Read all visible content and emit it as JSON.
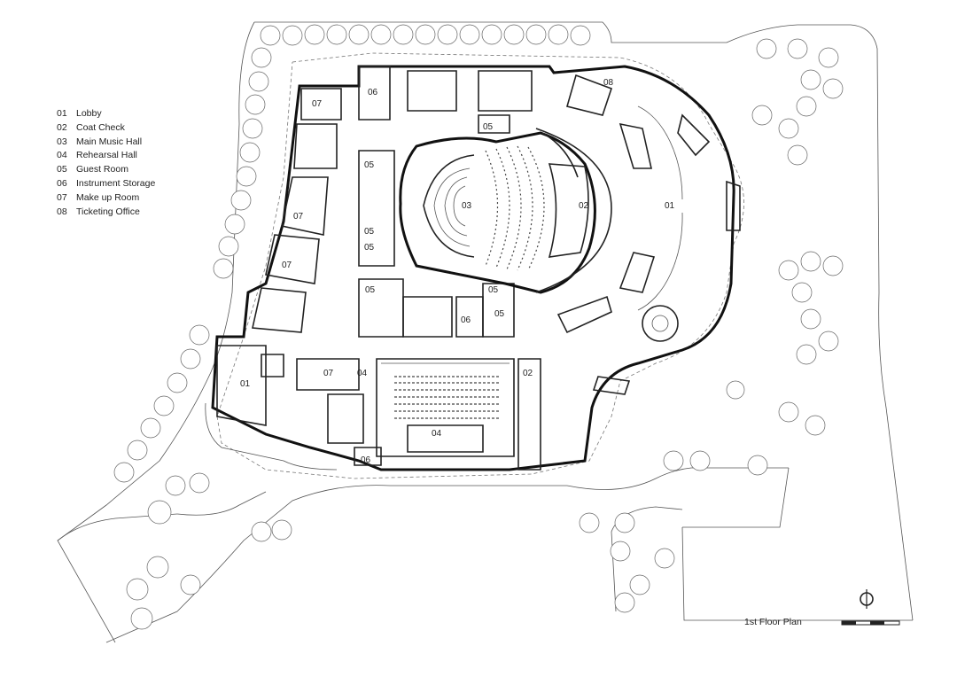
{
  "legend": [
    {
      "num": "01",
      "label": "Lobby"
    },
    {
      "num": "02",
      "label": "Coat Check"
    },
    {
      "num": "03",
      "label": "Main Music Hall"
    },
    {
      "num": "04",
      "label": "Rehearsal Hall"
    },
    {
      "num": "05",
      "label": "Guest Room"
    },
    {
      "num": "06",
      "label": "Instrument Storage"
    },
    {
      "num": "07",
      "label": "Make up Room"
    },
    {
      "num": "08",
      "label": "Ticketing Office"
    }
  ],
  "room_labels": {
    "r1": "06",
    "r2": "08",
    "r3": "07",
    "r4": "05",
    "r5": "05",
    "r6": "03",
    "r7": "02",
    "r8": "01",
    "r9": "07",
    "r10": "05",
    "r11": "05",
    "r12": "07",
    "r13": "05",
    "r14": "05",
    "r15": "06",
    "r16": "05",
    "r17": "01",
    "r18": "07",
    "r19": "04",
    "r20": "02",
    "r21": "04",
    "r22": "06"
  },
  "plan_title": "1st Floor Plan",
  "icons": [
    "north-arrow-icon",
    "scale-bar-icon",
    "tree-icon"
  ]
}
